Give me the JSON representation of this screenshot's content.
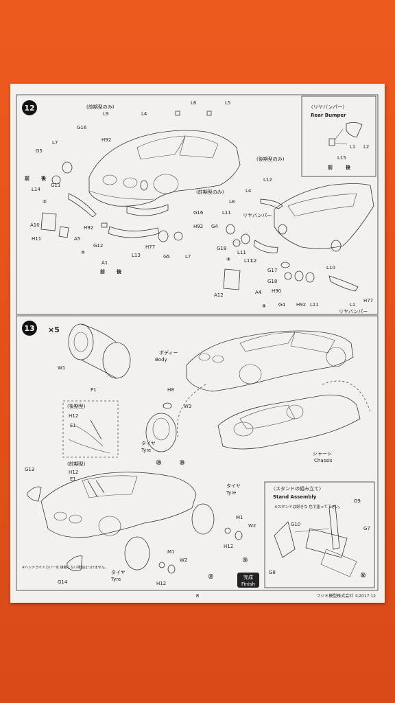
{
  "page": {
    "number": "8",
    "copyright": "フジミ模型株式会社 ©2017.12"
  },
  "step12": {
    "number": "12",
    "rear_bumper_box": {
      "title_jp": "〈リヤバンパー〉",
      "title_en": "Rear Bumper",
      "parts": [
        "L1",
        "L2",
        "L15"
      ],
      "marks": [
        "前",
        "後"
      ]
    },
    "labels": {
      "early_only": "(前期型のみ)",
      "late_only": "(後期型のみ)",
      "rear_bumper_jp": "リヤバンパー",
      "front": "前",
      "rear": "後",
      "parts": [
        "L9",
        "L4",
        "L6",
        "L5",
        "G16",
        "H92",
        "G5",
        "L7",
        "G11",
        "L14",
        "A10",
        "H11",
        "A5",
        "H92",
        "G12",
        "A1",
        "L13",
        "H77",
        "G5",
        "L7",
        "G16",
        "H92",
        "L8",
        "L4",
        "L12",
        "L11",
        "G4",
        "G18",
        "L11",
        "L11",
        "L2",
        "A12",
        "A4",
        "L10",
        "G17",
        "G18",
        "H90",
        "G4",
        "H92",
        "L11",
        "L1",
        "H77"
      ],
      "colors": [
        "②",
        "①",
        "③",
        "①"
      ]
    }
  },
  "step13": {
    "number": "13",
    "multiplier": "×5",
    "parts": {
      "w1": "W1",
      "p1": "P1",
      "h8": "H8",
      "w3": "W3",
      "m1": "M1",
      "w2": "W2",
      "h12": "H12",
      "g13": "G13",
      "g14": "G14",
      "e1": "E1"
    },
    "labels": {
      "body_jp": "ボディー",
      "body_en": "Body",
      "tyre_jp": "タイヤ",
      "tyre_en": "Tyre",
      "chassis_jp": "シャーシ",
      "chassis_en": "Chassis",
      "late": "(後期型)",
      "early": "(前期型)",
      "headlight_note": "※ヘッドライトカバーを\n接着しない場合はつけません。",
      "finish_jp": "完成",
      "finish_en": "Finish",
      "color34a": "㉞",
      "color34b": "㉞",
      "color31a": "㉛",
      "color31b": "㉛"
    },
    "stand": {
      "title_jp": "〈スタンドの組み立て〉",
      "title_en": "Stand Assembly",
      "note": "※スタンドは好きな\n色で塗って下さい。",
      "parts": [
        "G9",
        "G10",
        "G7",
        "G8"
      ],
      "color": "㉜"
    }
  }
}
